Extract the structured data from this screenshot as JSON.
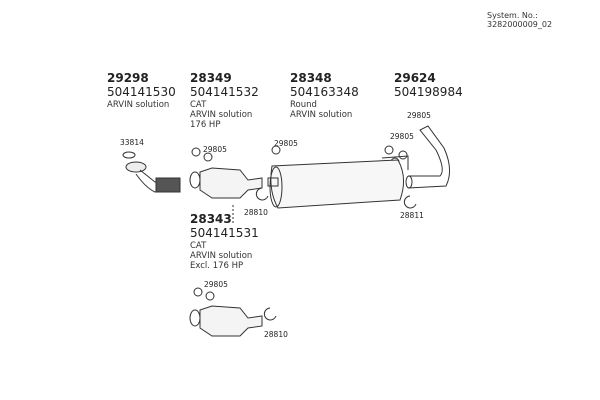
{
  "system_no": "System. No.: 3282000009_02",
  "groups": [
    {
      "number": "29298",
      "part_no": "504141530",
      "desc": [
        "ARVIN solution"
      ]
    },
    {
      "number": "28349",
      "part_no": "504141532",
      "desc": [
        "CAT",
        "ARVIN solution",
        "176 HP"
      ]
    },
    {
      "number": "28348",
      "part_no": "504163348",
      "desc": [
        "Round",
        "ARVIN solution"
      ]
    },
    {
      "number": "29624",
      "part_no": "504198984",
      "desc": []
    },
    {
      "number": "28343",
      "part_no": "504141531",
      "desc": [
        "CAT",
        "ARVIN solution",
        "Excl. 176 HP"
      ]
    }
  ],
  "labels": {
    "gasket": "33814",
    "nut_a": "29805",
    "nut_b": "29805",
    "nut_c": "29805",
    "nut_d": "29805",
    "nut_e": "29805",
    "clamp_a": "28810",
    "clamp_b": "28811",
    "clamp_c": "28810"
  }
}
